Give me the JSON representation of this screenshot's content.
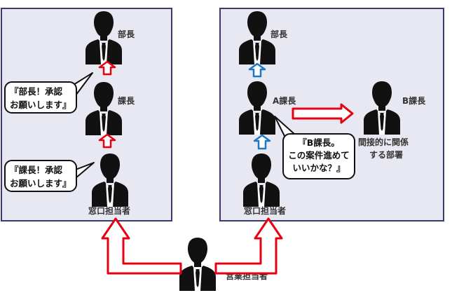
{
  "left_panel": {
    "manager_label": "部長",
    "section_chief_label": "課長",
    "staff_label": "窓口担当者",
    "bubble_manager": [
      "『部長！承認",
      "お願いします』"
    ],
    "bubble_chief": [
      "『課長！承認",
      "お願いします』"
    ]
  },
  "right_panel": {
    "manager_label": "部長",
    "a_chief_label": "A課長",
    "b_chief_label": "B課長",
    "staff_label": "窓口担当者",
    "indirect_dept_label": [
      "間接的に関係",
      "する部署"
    ],
    "bubble_b_chief": [
      "『B課長。",
      "この案件進めて",
      "いいかな？』"
    ]
  },
  "sales_label": "営業担当者",
  "colors": {
    "panel_fill": "#e8e8f2",
    "panel_border": "#3a3a6e",
    "red_arrow": "#e60012",
    "blue_arrow": "#1e78c8",
    "silhouette": "#111111"
  },
  "icons": [
    "person-silhouette",
    "up-arrow-red",
    "up-arrow-blue",
    "right-arrow-red",
    "u-turn-arrow-red"
  ]
}
